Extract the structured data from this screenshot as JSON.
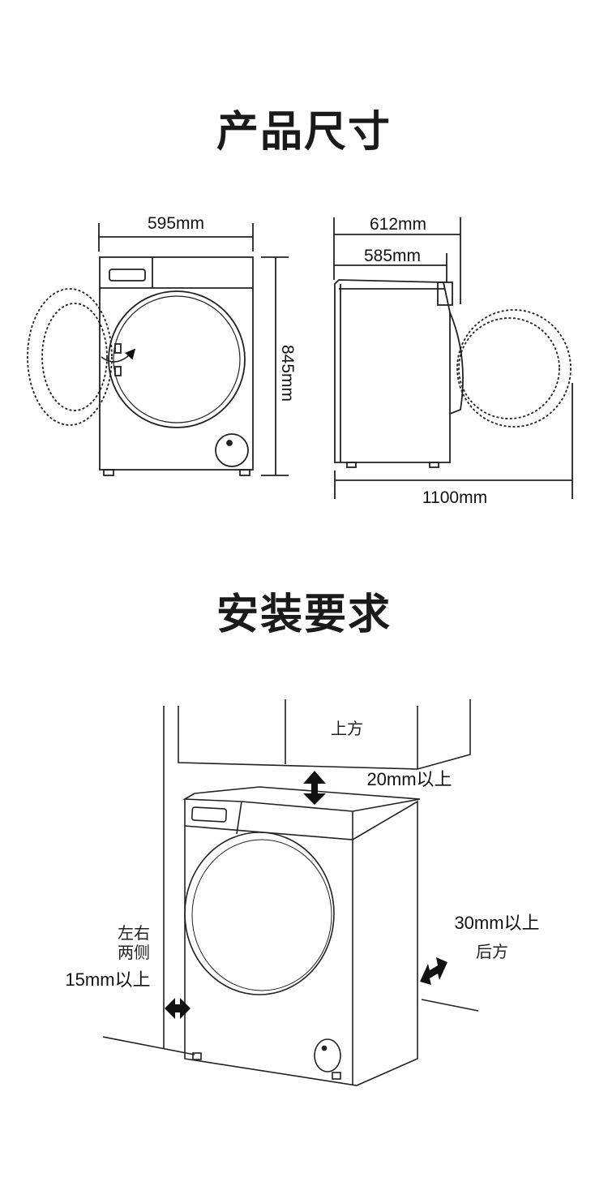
{
  "titles": {
    "size": "产品尺寸",
    "install": "安装要求"
  },
  "dimensions": {
    "front_width": "595mm",
    "height": "845mm",
    "side_total_depth": "612mm",
    "side_body_depth": "585mm",
    "door_open_depth": "1100mm"
  },
  "install": {
    "top_label": "上方",
    "top_clearance": "20mm以上",
    "side_label_line1": "左右",
    "side_label_line2": "两侧",
    "side_clearance": "15mm以上",
    "back_clearance": "30mm以上",
    "back_label": "后方"
  }
}
